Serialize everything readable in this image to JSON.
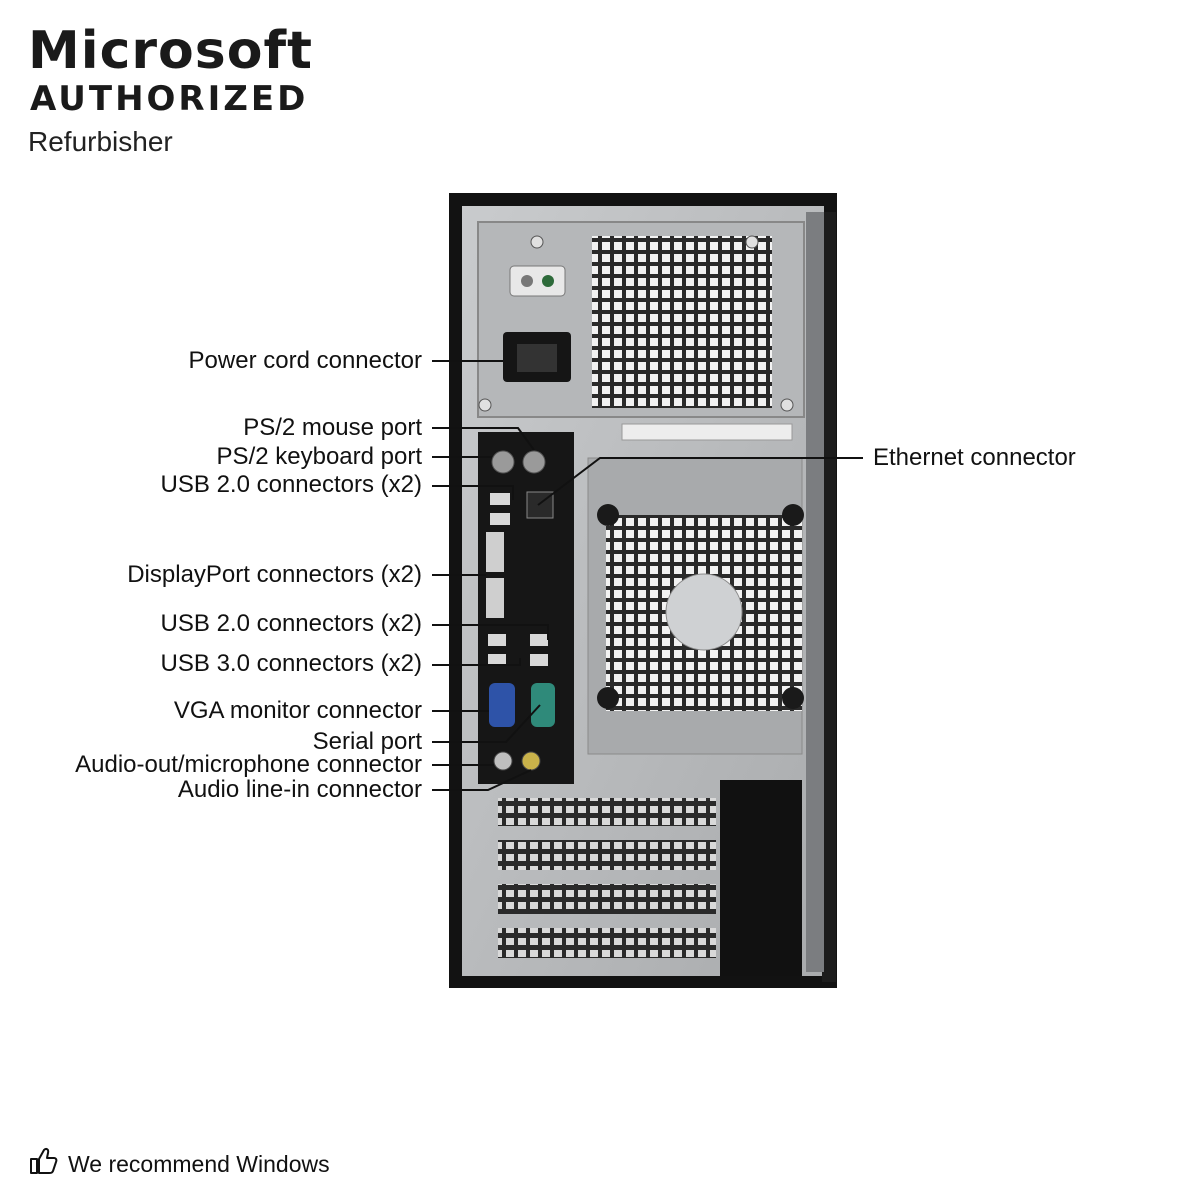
{
  "brand": {
    "microsoft": "Microsoft",
    "authorized": "AUTHORIZED",
    "refurbisher": "Refurbisher"
  },
  "callouts": {
    "power_cord": "Power cord connector",
    "ps2_mouse": "PS/2 mouse port",
    "ps2_keyboard": "PS/2 keyboard port",
    "usb20_top": "USB 2.0 connectors (x2)",
    "displayport": "DisplayPort connectors (x2)",
    "usb20_mid": "USB 2.0 connectors (x2)",
    "usb30": "USB 3.0 connectors (x2)",
    "vga": "VGA monitor connector",
    "serial": "Serial port",
    "audio_out": "Audio-out/microphone connector",
    "audio_in": "Audio line-in connector",
    "ethernet": "Ethernet connector"
  },
  "footer": {
    "recommend": "We recommend Windows",
    "icon": "thumbs-up-icon"
  },
  "colors": {
    "chassis": "#b4b6b8",
    "bezel": "#121212",
    "vga": "#2e53a8",
    "serial": "#2f8a7a",
    "audio_in": "#c9b24a"
  }
}
